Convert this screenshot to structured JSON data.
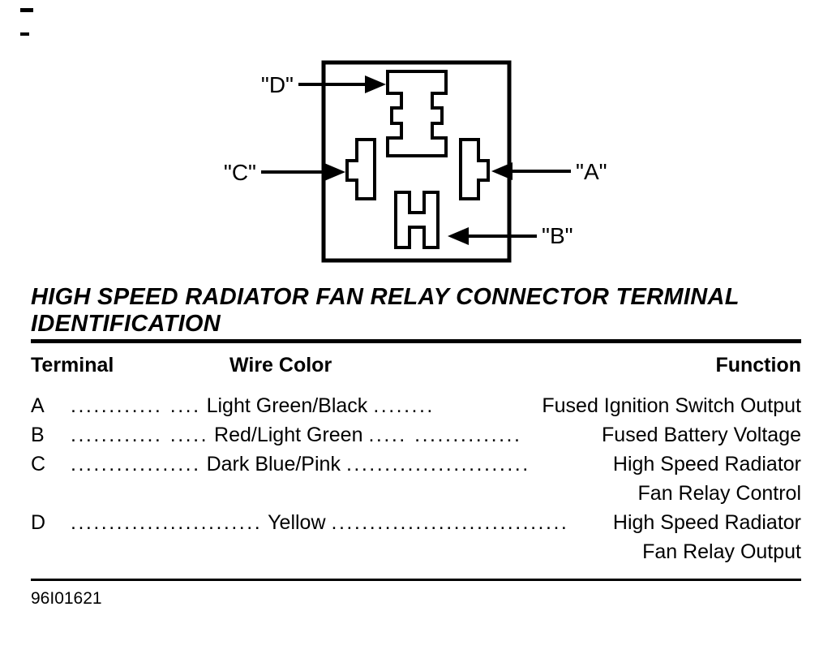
{
  "diagram": {
    "label_d": "\"D\"",
    "label_c": "\"C\"",
    "label_a": "\"A\"",
    "label_b": "\"B\""
  },
  "title": {
    "line1": "HIGH SPEED RADIATOR FAN RELAY CONNECTOR TERMINAL",
    "line2": "IDENTIFICATION"
  },
  "table": {
    "headers": {
      "terminal": "Terminal",
      "wire_color": "Wire Color",
      "function": "Function"
    },
    "rows": [
      {
        "letter": "A",
        "dots1": "............ ....",
        "wire": "Light Green/Black",
        "dots2": "........",
        "func": "Fused Ignition Switch Output"
      },
      {
        "letter": "B",
        "dots1": "............ .....",
        "wire": "Red/Light Green",
        "dots2": "..... ..............",
        "func": "Fused Battery Voltage"
      },
      {
        "letter": "C",
        "dots1": ".................",
        "wire": "Dark Blue/Pink",
        "dots2": "........................",
        "func": "High Speed Radiator",
        "func2": "Fan Relay Control"
      },
      {
        "letter": "D",
        "dots1": ".........................",
        "wire": "Yellow",
        "dots2": "...............................",
        "func": "High Speed Radiator",
        "func2": "Fan Relay Output"
      }
    ]
  },
  "footer": {
    "code": "96I01621"
  }
}
